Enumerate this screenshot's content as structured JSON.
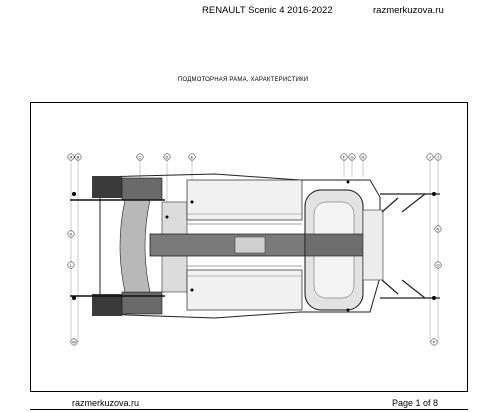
{
  "header": {
    "title": "RENAULT Scenic 4 2016-2022",
    "site": "razmerkuzova.ru"
  },
  "subtitle": "ПОДМОТОРНАЯ РАМА, ХАРАКТЕРИСТИКИ",
  "footer": {
    "site": "razmerkuzova.ru",
    "page": "Page 1 of 8"
  },
  "diagram": {
    "top_markers": [
      "A",
      "B",
      "C",
      "D",
      "E",
      "F",
      "G",
      "H",
      "I",
      "J"
    ],
    "left_markers": [
      "K",
      "L",
      "M"
    ],
    "right_markers": [
      "N",
      "O",
      "P"
    ]
  }
}
